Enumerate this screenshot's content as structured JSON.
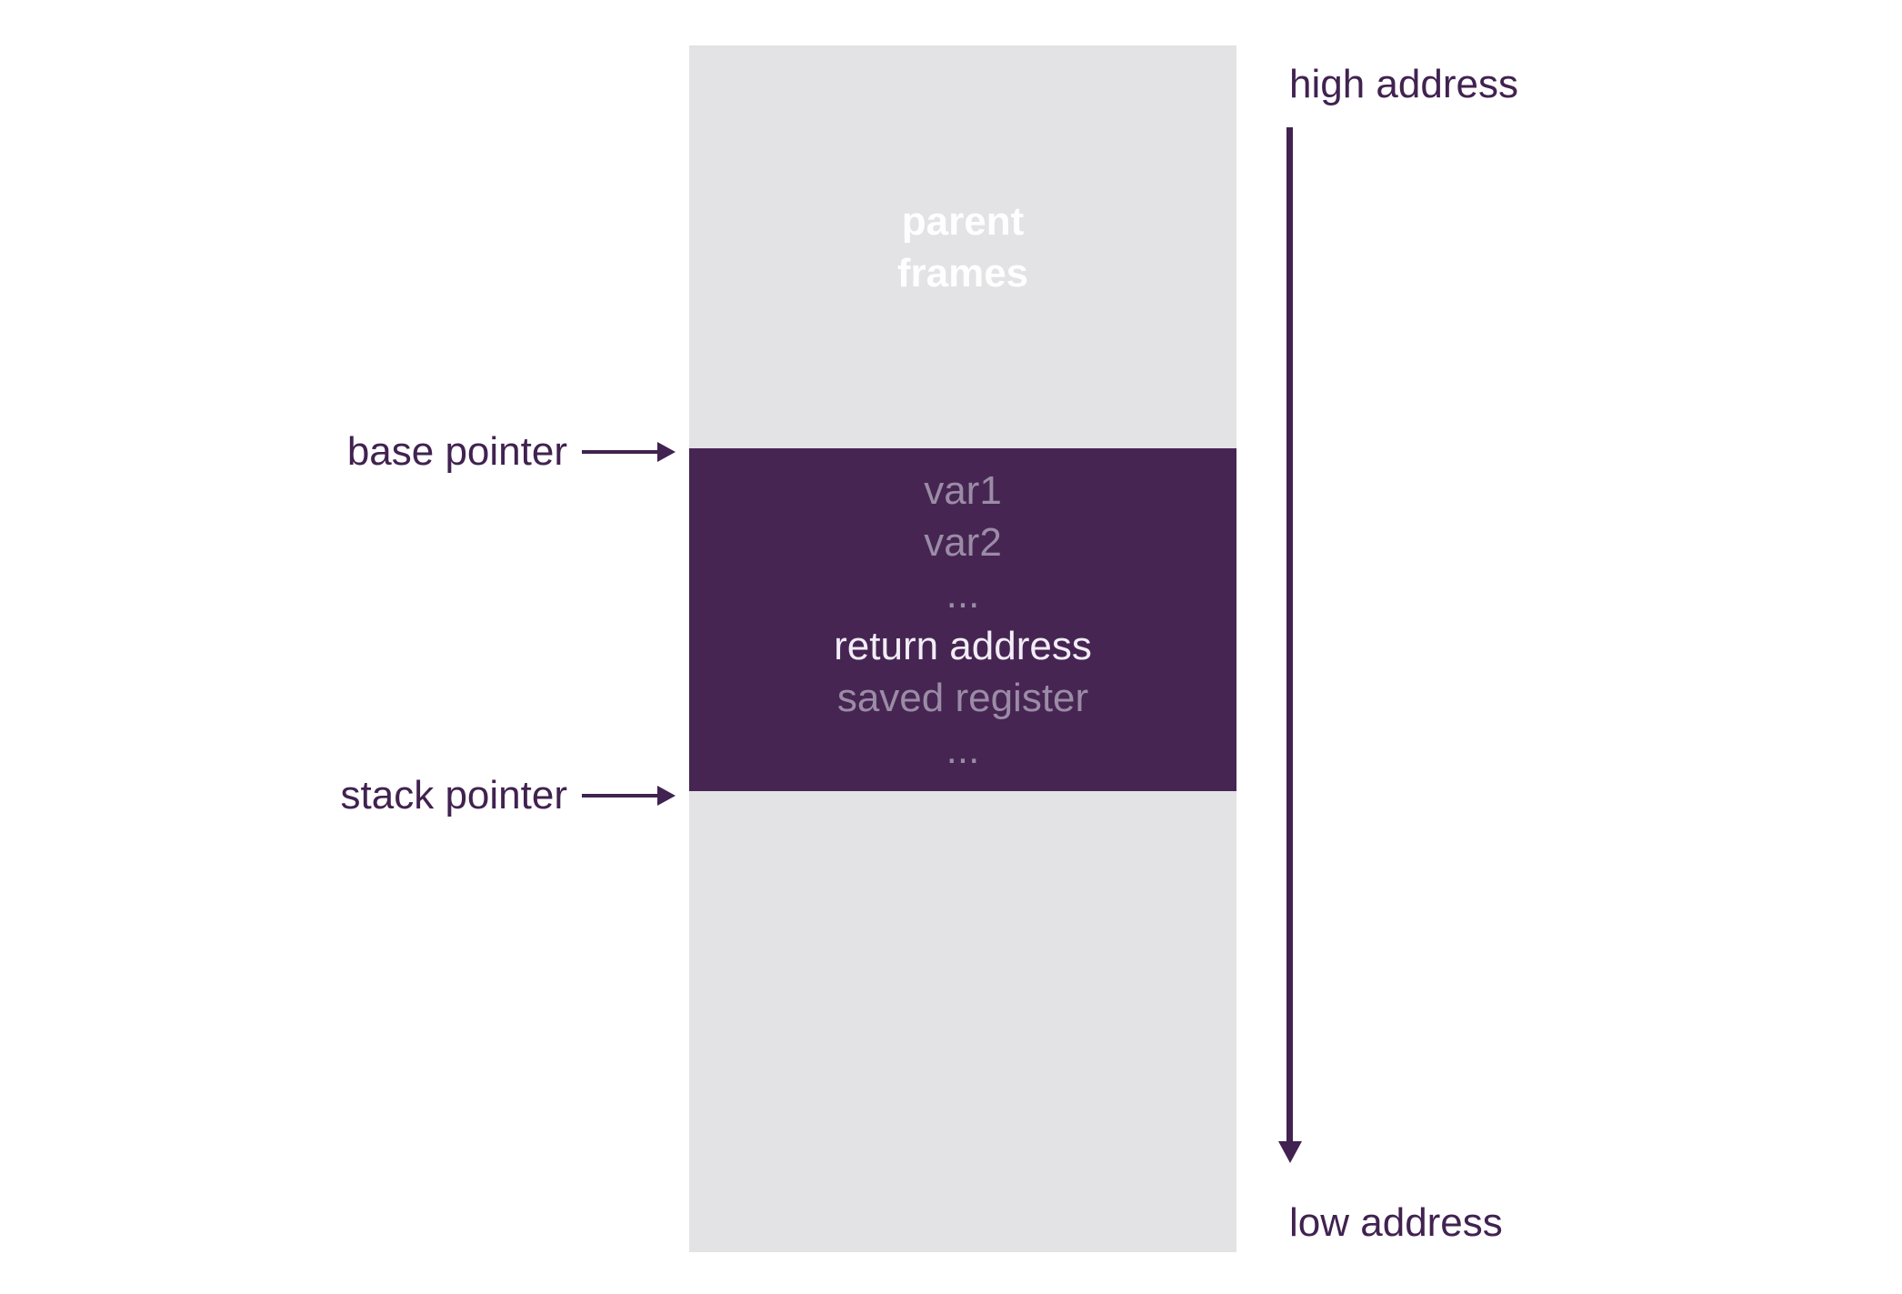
{
  "colors": {
    "background": "#ffffff",
    "column-gray": "#e3e2e4",
    "frame-purple": "#462553",
    "ink-purple": "#412250",
    "muted-text": "#9b8ca6",
    "bright-text": "#f2edf6",
    "parent-text": "#fefefe"
  },
  "column": {
    "parent_frames": {
      "line1": "parent",
      "line2": "frames"
    },
    "frame": {
      "lines": [
        {
          "text": "var1",
          "emphasis": "muted"
        },
        {
          "text": "var2",
          "emphasis": "muted"
        },
        {
          "text": "...",
          "emphasis": "muted"
        },
        {
          "text": "return address",
          "emphasis": "bright"
        },
        {
          "text": "saved register",
          "emphasis": "muted"
        },
        {
          "text": "...",
          "emphasis": "muted"
        }
      ]
    }
  },
  "pointers": {
    "base": {
      "label": "base pointer"
    },
    "stack": {
      "label": "stack pointer"
    }
  },
  "axis": {
    "high_label": "high address",
    "low_label": "low address"
  }
}
